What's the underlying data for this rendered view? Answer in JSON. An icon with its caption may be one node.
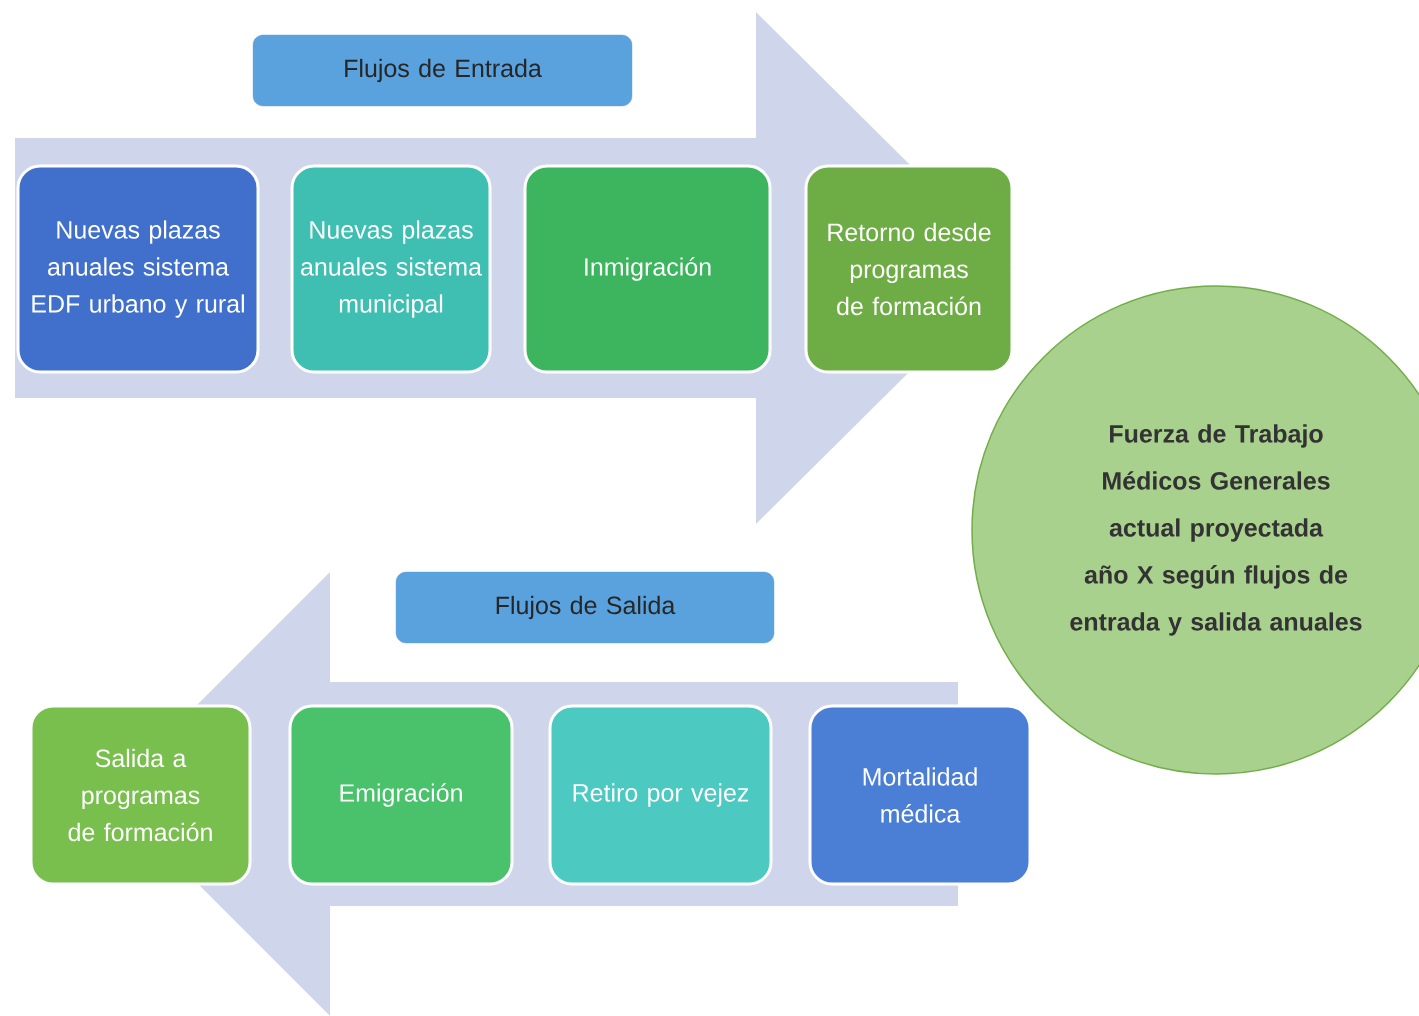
{
  "diagram": {
    "nodes": [
      {
        "text": [
          "Flujos de Entrada"
        ]
      },
      {
        "text": [
          "Nuevas plazas anuales sistema EDF urbano y rural"
        ]
      },
      {
        "text": [
          "Nuevas plazas anuales sistema municipal"
        ]
      },
      {
        "text": [
          "Inmigración"
        ]
      },
      {
        "text": [
          "Retorno desde programas de formación"
        ]
      },
      {
        "text": [
          "Fuerza de Trabajo Médicos Generales actual proyectada año X según flujos de entrada y salida anuales"
        ]
      },
      {
        "text": [
          "Flujos de Salida"
        ]
      },
      {
        "text": [
          "Salida a programas de formación"
        ]
      },
      {
        "text": [
          "Emigración"
        ]
      },
      {
        "text": [
          "Retiro por vejez"
        ]
      },
      {
        "text": [
          "Mortalidad médica"
        ]
      }
    ],
    "edges": [
      {
        "from": 1,
        "to": 4,
        "arrow": "to"
      },
      {
        "from": 10,
        "to": 7,
        "arrow": "to"
      }
    ]
  }
}
